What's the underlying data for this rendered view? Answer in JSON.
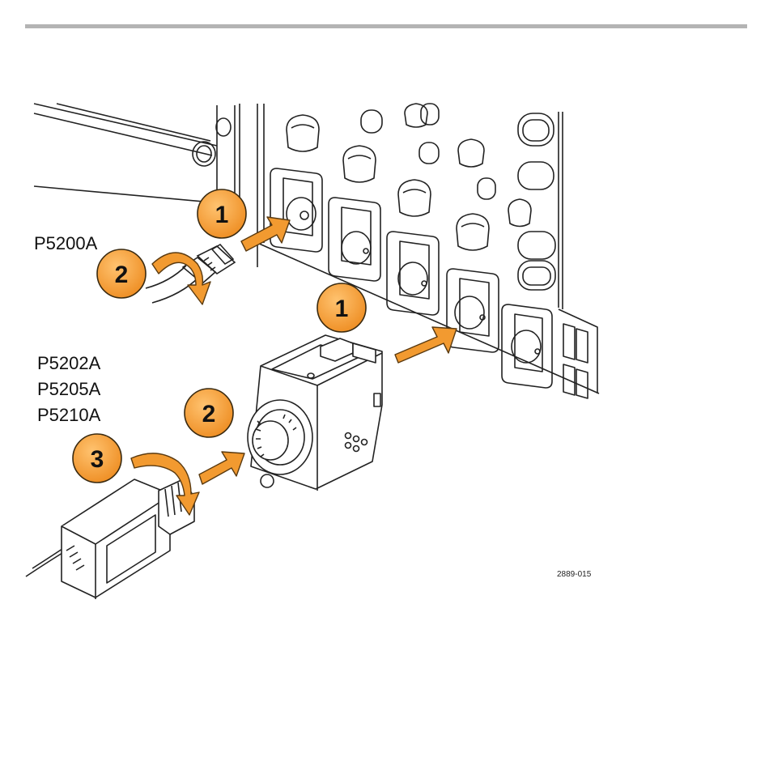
{
  "labels": {
    "probe_a": "P5200A",
    "probe_b_line1": "P5202A",
    "probe_b_line2": "P5205A",
    "probe_b_line3": "P5210A"
  },
  "steps": {
    "top_1": "1",
    "top_2": "2",
    "bottom_1": "1",
    "bottom_2": "2",
    "bottom_3": "3"
  },
  "figure_code": "2889-015",
  "colors": {
    "callout_fill": "#f3a13c",
    "callout_stroke": "#3a2a10",
    "arrow_fill": "#f29a30",
    "line_art": "#222222",
    "rule": "#b4b4b4"
  }
}
